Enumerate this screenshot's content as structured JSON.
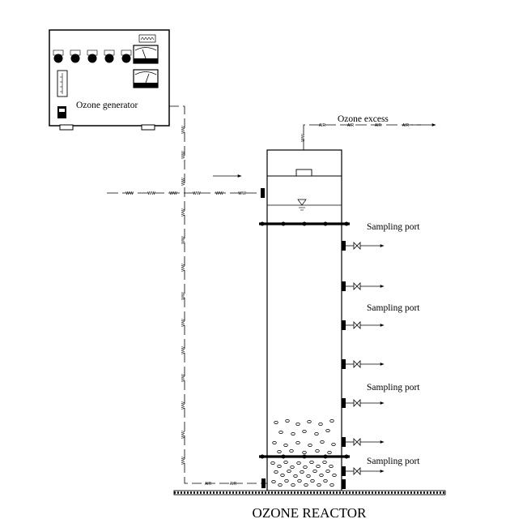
{
  "title": "OZONE REACTOR",
  "labels": {
    "generator": "Ozone generator",
    "excess": "Ozone excess",
    "sampling_port": "Sampling port"
  },
  "line_codes": {
    "water": "WW",
    "air": "AIR"
  },
  "icons": [
    "ozone-generator-icon",
    "dial-icon",
    "meter-icon",
    "flowmeter-icon",
    "valve-icon",
    "arrow-icon",
    "water-level-icon",
    "ground-hatch-icon"
  ],
  "colors": {
    "line": "#000000",
    "background": "#ffffff"
  }
}
